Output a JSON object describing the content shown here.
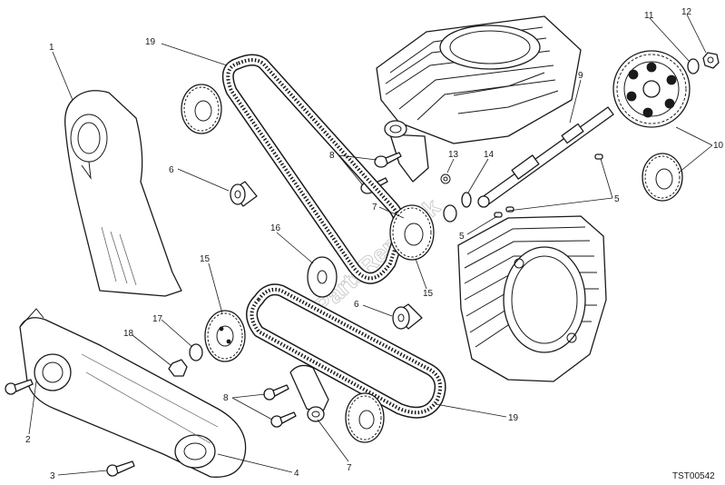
{
  "diagram_code": "TST00542",
  "watermark": "PartsRepublik",
  "callouts": [
    {
      "id": "c1",
      "label": "1"
    },
    {
      "id": "c2",
      "label": "2"
    },
    {
      "id": "c3",
      "label": "3"
    },
    {
      "id": "c4",
      "label": "4"
    },
    {
      "id": "c5a",
      "label": "5"
    },
    {
      "id": "c5b",
      "label": "5"
    },
    {
      "id": "c6a",
      "label": "6"
    },
    {
      "id": "c6b",
      "label": "6"
    },
    {
      "id": "c7a",
      "label": "7"
    },
    {
      "id": "c7b",
      "label": "7"
    },
    {
      "id": "c8a",
      "label": "8"
    },
    {
      "id": "c8b",
      "label": "8"
    },
    {
      "id": "c9",
      "label": "9"
    },
    {
      "id": "c10",
      "label": "10"
    },
    {
      "id": "c11",
      "label": "11"
    },
    {
      "id": "c12",
      "label": "12"
    },
    {
      "id": "c13",
      "label": "13"
    },
    {
      "id": "c14",
      "label": "14"
    },
    {
      "id": "c15a",
      "label": "15"
    },
    {
      "id": "c15b",
      "label": "15"
    },
    {
      "id": "c16",
      "label": "16"
    },
    {
      "id": "c17",
      "label": "17"
    },
    {
      "id": "c18",
      "label": "18"
    },
    {
      "id": "c19a",
      "label": "19"
    },
    {
      "id": "c19b",
      "label": "19"
    }
  ]
}
